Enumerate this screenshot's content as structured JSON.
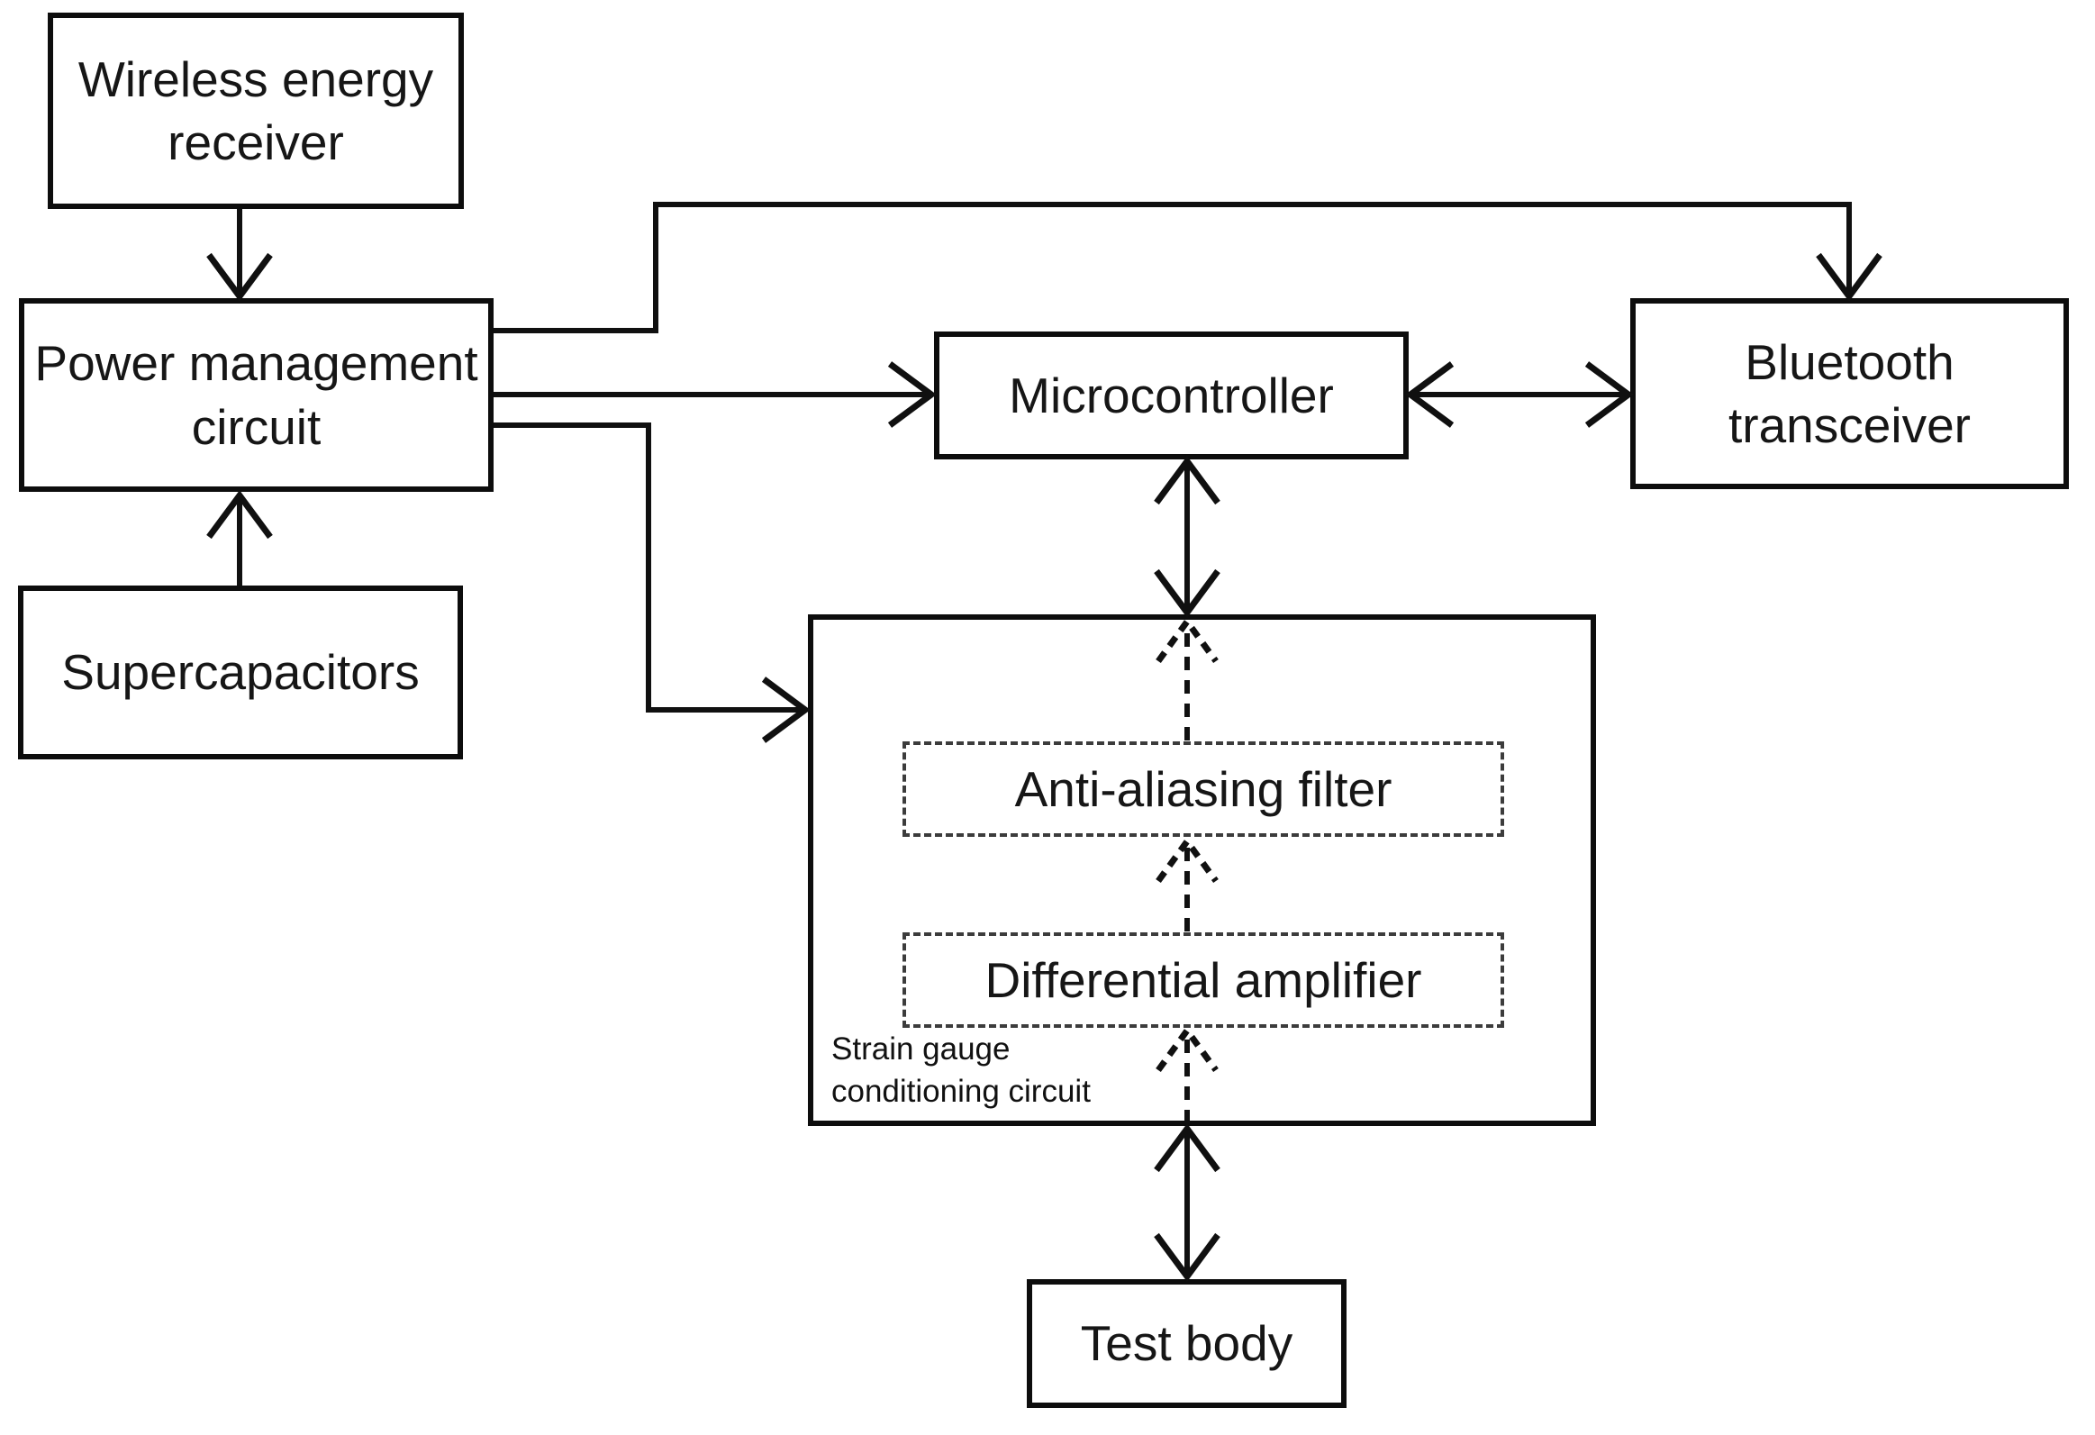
{
  "palette": {
    "background": "#ffffff",
    "box_border": "#0d0d0d",
    "dashed_border": "#3c3c3c",
    "wire": "#101010",
    "text": "#161616"
  },
  "nodes": {
    "wireless_receiver": {
      "label": "Wireless energy\nreceiver"
    },
    "power_management": {
      "label": "Power management\ncircuit"
    },
    "supercapacitors": {
      "label": "Supercapacitors"
    },
    "microcontroller": {
      "label": "Microcontroller"
    },
    "bluetooth_transceiver": {
      "label": "Bluetooth\ntransceiver"
    },
    "strain_gauge_group": {
      "label": "Strain gauge\nconditioning circuit"
    },
    "anti_aliasing_filter": {
      "label": "Anti-aliasing filter"
    },
    "differential_amplifier": {
      "label": "Differential amplifier"
    },
    "test_body": {
      "label": "Test body"
    }
  },
  "edges": [
    {
      "id": "wireless-to-power",
      "from": "wireless_receiver",
      "to": "power_management",
      "style": "solid",
      "arrow": "to"
    },
    {
      "id": "supercapacitors-to-power",
      "from": "supercapacitors",
      "to": "power_management",
      "style": "solid",
      "arrow": "to"
    },
    {
      "id": "power-to-bluetooth",
      "from": "power_management",
      "to": "bluetooth_transceiver",
      "style": "solid",
      "arrow": "to"
    },
    {
      "id": "power-to-microcontroller",
      "from": "power_management",
      "to": "microcontroller",
      "style": "solid",
      "arrow": "to"
    },
    {
      "id": "power-to-strain-circuit",
      "from": "power_management",
      "to": "strain_gauge_group",
      "style": "solid",
      "arrow": "to"
    },
    {
      "id": "microcontroller-bluetooth",
      "from": "microcontroller",
      "to": "bluetooth_transceiver",
      "style": "solid",
      "arrow": "both"
    },
    {
      "id": "microcontroller-strain-circuit",
      "from": "microcontroller",
      "to": "strain_gauge_group",
      "style": "solid",
      "arrow": "both"
    },
    {
      "id": "anti-aliasing-to-group-top",
      "from": "anti_aliasing_filter",
      "to": "strain_gauge_group",
      "style": "dashed",
      "arrow": "to"
    },
    {
      "id": "diff-amp-to-anti-aliasing",
      "from": "differential_amplifier",
      "to": "anti_aliasing_filter",
      "style": "dashed",
      "arrow": "to"
    },
    {
      "id": "group-bottom-to-diff-amp",
      "from": "strain_gauge_group",
      "to": "differential_amplifier",
      "style": "dashed",
      "arrow": "to"
    },
    {
      "id": "strain-circuit-test-body",
      "from": "strain_gauge_group",
      "to": "test_body",
      "style": "solid",
      "arrow": "both"
    }
  ]
}
